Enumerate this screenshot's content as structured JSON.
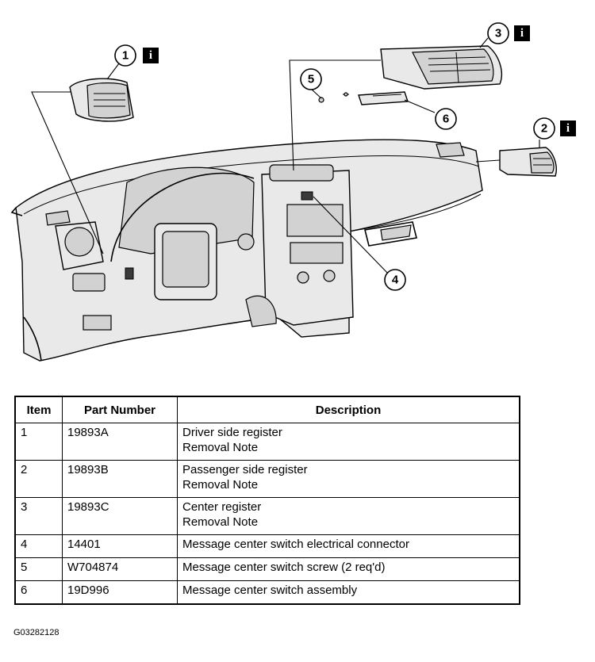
{
  "callouts": [
    {
      "number": "1",
      "info": "i"
    },
    {
      "number": "2",
      "info": "i"
    },
    {
      "number": "3",
      "info": "i"
    },
    {
      "number": "4"
    },
    {
      "number": "5"
    },
    {
      "number": "6"
    }
  ],
  "table": {
    "headers": [
      "Item",
      "Part Number",
      "Description"
    ],
    "rows": [
      {
        "item": "1",
        "part": "19893A",
        "desc": [
          "Driver side register",
          "Removal Note"
        ]
      },
      {
        "item": "2",
        "part": "19893B",
        "desc": [
          "Passenger side register",
          "Removal Note"
        ]
      },
      {
        "item": "3",
        "part": "19893C",
        "desc": [
          "Center register",
          "Removal Note"
        ]
      },
      {
        "item": "4",
        "part": "14401",
        "desc": [
          "Message center switch electrical connector"
        ]
      },
      {
        "item": "5",
        "part": "W704874",
        "desc": [
          "Message center switch screw (2 req'd)"
        ]
      },
      {
        "item": "6",
        "part": "19D996",
        "desc": [
          "Message center switch assembly"
        ]
      }
    ]
  },
  "figure_id": "G03282128"
}
